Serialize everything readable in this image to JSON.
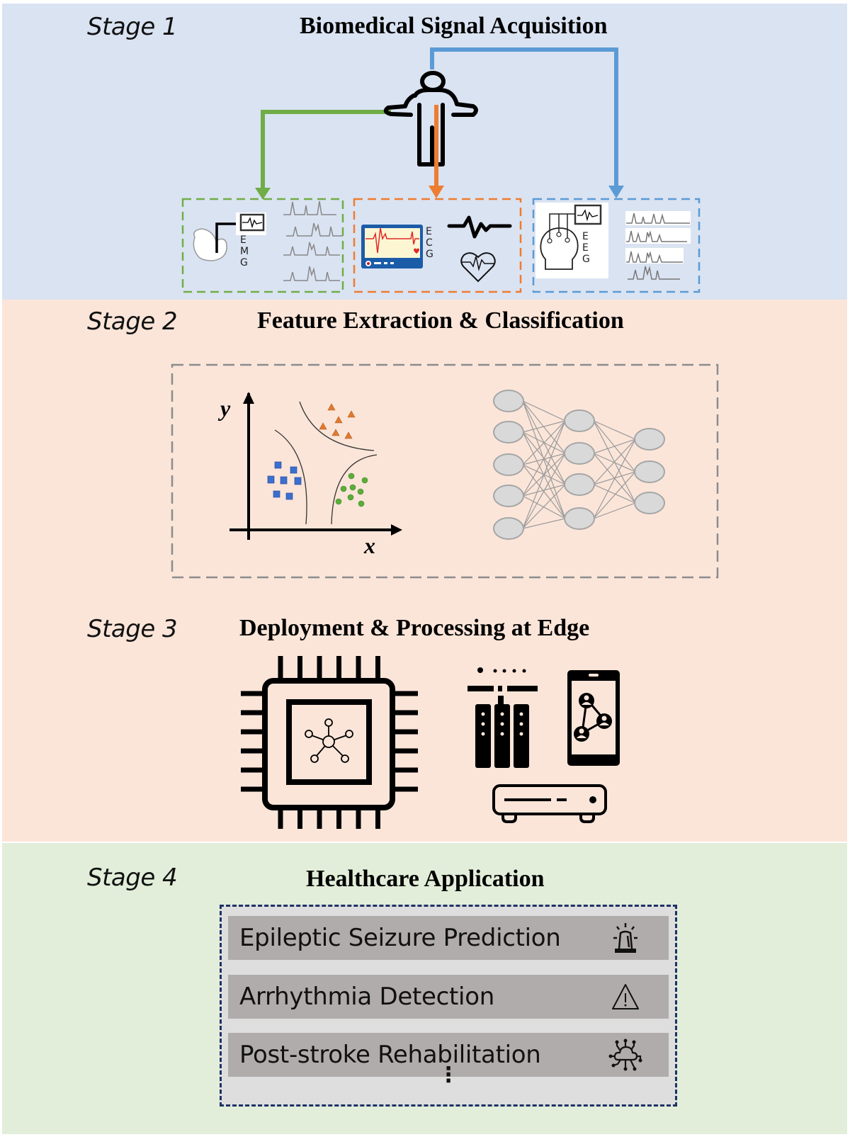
{
  "stages": [
    {
      "label": "Stage 1",
      "title": "Biomedical Signal Acquisition",
      "background": "#dae3f2",
      "signals": [
        {
          "name": "EMG",
          "letters": [
            "E",
            "M",
            "G"
          ],
          "color": "#70ad47"
        },
        {
          "name": "ECG",
          "letters": [
            "E",
            "C",
            "G"
          ],
          "color": "#ed7d31"
        },
        {
          "name": "EEG",
          "letters": [
            "E",
            "E",
            "G"
          ],
          "color": "#5b9bd5"
        }
      ]
    },
    {
      "label": "Stage 2",
      "title": "Feature Extraction & Classification",
      "background": "#fbe5d9",
      "scatter": {
        "x_axis_label": "x",
        "y_axis_label": "y",
        "clusters": [
          "blue-squares",
          "orange-triangles",
          "green-circles"
        ]
      },
      "neural_network": {
        "layers": [
          5,
          4,
          3
        ]
      }
    },
    {
      "label": "Stage 3",
      "title": "Deployment & Processing at Edge",
      "background": "#fbe5d9",
      "devices": [
        "ai-chip",
        "server-rack",
        "smartphone",
        "edge-box"
      ]
    },
    {
      "label": "Stage 4",
      "title": "Healthcare Application",
      "background": "#e2eed9",
      "applications": [
        {
          "label": "Epileptic Seizure Prediction",
          "icon": "alarm-siren-icon"
        },
        {
          "label": "Arrhythmia Detection",
          "icon": "warning-icon"
        },
        {
          "label": "Post-stroke Rehabilitation",
          "icon": "cloud-network-icon"
        }
      ],
      "more": "⋮"
    }
  ]
}
